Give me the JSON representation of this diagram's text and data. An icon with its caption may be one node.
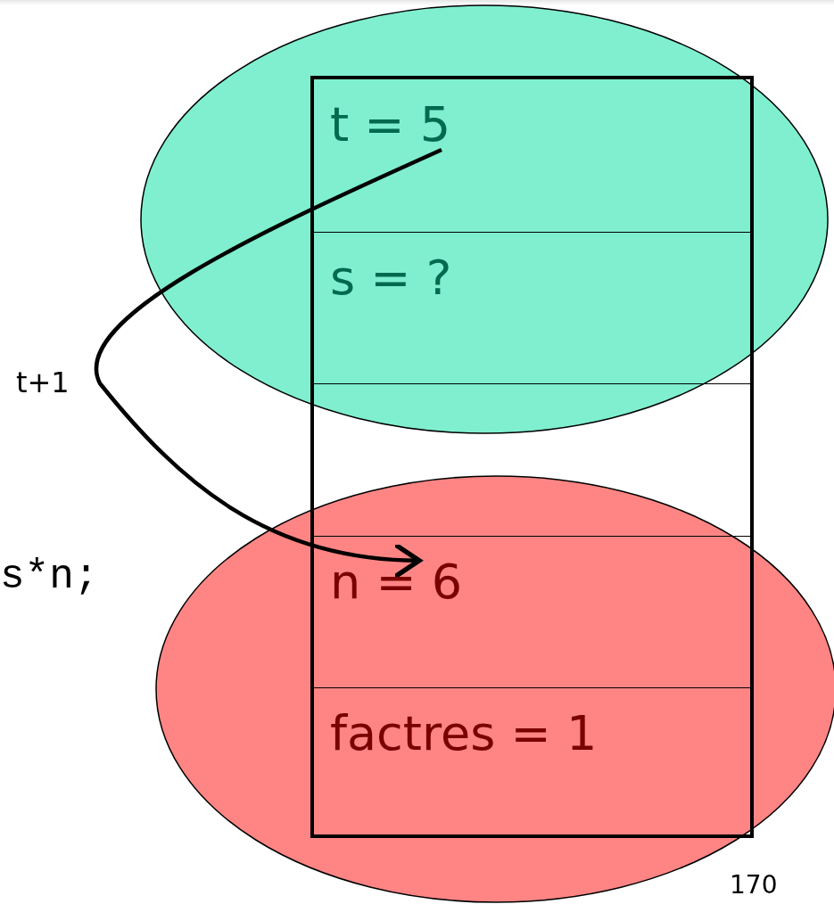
{
  "diagram": {
    "nodes": [
      {
        "text": [],
        "shape": "box"
      },
      {
        "text": [
          "t = 5"
        ],
        "in": 0
      },
      {
        "text": [
          "s = ?"
        ],
        "in": 0
      },
      {
        "text": [],
        "shape": "box",
        "in": 0
      },
      {
        "text": [
          "n = 6"
        ],
        "in": 0
      },
      {
        "text": [
          "factres = 1"
        ],
        "in": 0
      }
    ],
    "edges": [
      {
        "from": 1,
        "to": 4,
        "arrow": "to",
        "label": "t+1"
      }
    ],
    "labels": [
      "s*n;",
      "170"
    ]
  }
}
